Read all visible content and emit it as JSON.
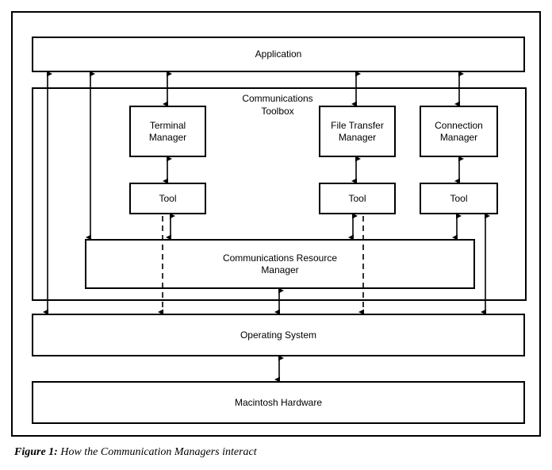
{
  "figure": {
    "caption_label": "Figure 1:",
    "caption_text": "How the Communication Managers interact"
  },
  "layers": {
    "application": "Application",
    "toolbox_label_line1": "Communications",
    "toolbox_label_line2": "Toolbox",
    "operating_system": "Operating System",
    "hardware": "Macintosh Hardware"
  },
  "managers": [
    {
      "id": "terminal",
      "line1": "Terminal",
      "line2": "Manager",
      "tool": "Tool"
    },
    {
      "id": "file-transfer",
      "line1": "File Transfer",
      "line2": "Manager",
      "tool": "Tool"
    },
    {
      "id": "connection",
      "line1": "Connection",
      "line2": "Manager",
      "tool": "Tool"
    }
  ],
  "resource_manager": {
    "line1": "Communications Resource",
    "line2": "Manager"
  },
  "colors": {
    "stroke": "#000000",
    "background": "#ffffff"
  },
  "chart_data": {
    "type": "diagram",
    "title": "How the Communication Managers interact",
    "nodes": [
      "Application",
      "Communications Toolbox",
      "Terminal Manager",
      "File Transfer Manager",
      "Connection Manager",
      "Tool (Terminal)",
      "Tool (File Transfer)",
      "Tool (Connection)",
      "Communications Resource Manager",
      "Operating System",
      "Macintosh Hardware"
    ],
    "edges": [
      {
        "from": "Application",
        "to": "Operating System",
        "style": "solid",
        "arrows": "both"
      },
      {
        "from": "Application",
        "to": "Communications Resource Manager",
        "style": "solid",
        "arrows": "both"
      },
      {
        "from": "Application",
        "to": "Terminal Manager",
        "style": "solid",
        "arrows": "both"
      },
      {
        "from": "Application",
        "to": "File Transfer Manager",
        "style": "solid",
        "arrows": "both"
      },
      {
        "from": "Application",
        "to": "Connection Manager",
        "style": "solid",
        "arrows": "both"
      },
      {
        "from": "Terminal Manager",
        "to": "Tool (Terminal)",
        "style": "solid",
        "arrows": "both"
      },
      {
        "from": "File Transfer Manager",
        "to": "Tool (File Transfer)",
        "style": "solid",
        "arrows": "both"
      },
      {
        "from": "Connection Manager",
        "to": "Tool (Connection)",
        "style": "solid",
        "arrows": "both"
      },
      {
        "from": "Tool (Terminal)",
        "to": "Communications Resource Manager",
        "style": "solid",
        "arrows": "both"
      },
      {
        "from": "Tool (File Transfer)",
        "to": "Communications Resource Manager",
        "style": "solid",
        "arrows": "both"
      },
      {
        "from": "Tool (Connection)",
        "to": "Communications Resource Manager",
        "style": "solid",
        "arrows": "both"
      },
      {
        "from": "Tool (Terminal)",
        "to": "Operating System",
        "style": "dashed",
        "arrows": "both"
      },
      {
        "from": "Tool (File Transfer)",
        "to": "Operating System",
        "style": "dashed",
        "arrows": "both"
      },
      {
        "from": "Tool (Connection)",
        "to": "Operating System",
        "style": "solid",
        "arrows": "both"
      },
      {
        "from": "Communications Resource Manager",
        "to": "Operating System",
        "style": "solid",
        "arrows": "both"
      },
      {
        "from": "Operating System",
        "to": "Macintosh Hardware",
        "style": "solid",
        "arrows": "both"
      }
    ]
  }
}
